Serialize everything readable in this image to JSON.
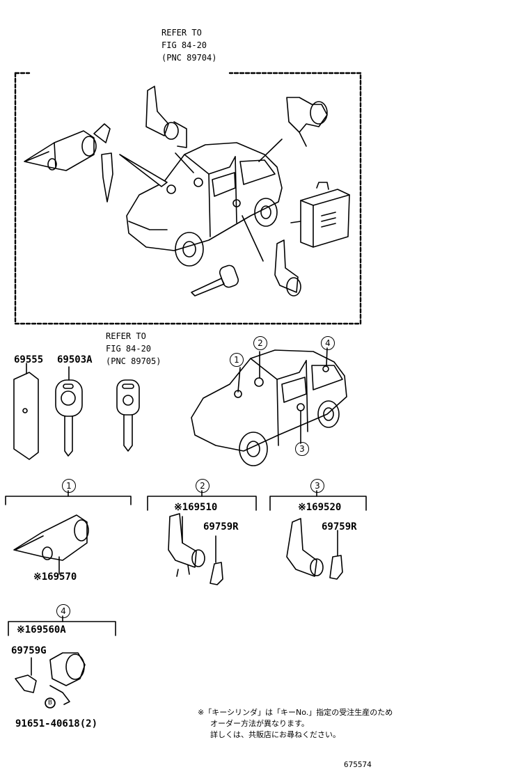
{
  "refer_top": [
    "REFER TO",
    "FIG 84-20",
    "(PNC 89704)"
  ],
  "refer_mid": [
    "REFER TO",
    "FIG 84-20",
    "(PNC 89705)"
  ],
  "parts": {
    "p69555": "69555",
    "p69503A": "69503A",
    "p169510": "※169510",
    "p69759R_a": "69759R",
    "p169520": "※169520",
    "p69759R_b": "69759R",
    "p169570": "※169570",
    "p169560A": "※169560A",
    "p69759G": "69759G",
    "p91651": "91651-40618(2)"
  },
  "callouts": {
    "c1": "1",
    "c2": "2",
    "c3": "3",
    "c4": "4",
    "g1": "1",
    "g2": "2",
    "g3": "3",
    "g4": "4",
    "b": "B"
  },
  "note": [
    "※「キーシリンダ」は「キーNo.」指定の受注生産のため",
    "オーダー方法が異なります。",
    "詳しくは、共販店にお尋ねください。"
  ],
  "diagram_id": "675574"
}
